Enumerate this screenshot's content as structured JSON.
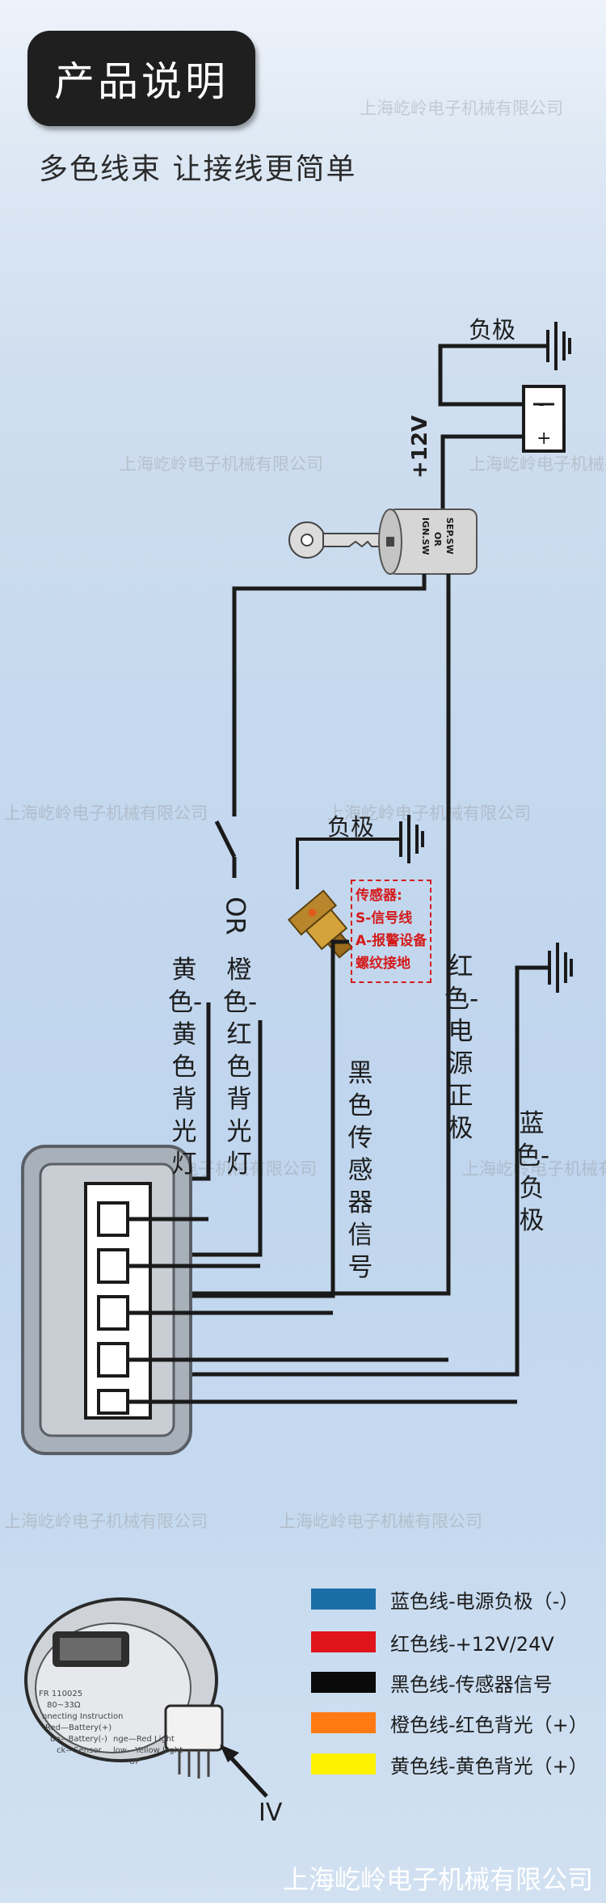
{
  "header": {
    "title": "产品说明",
    "subtitle": "多色线束 让接线更简单"
  },
  "watermark": "上海屹岭电子机械有限公司",
  "watermark_bottom": "上海屹岭电子机械有限公司",
  "diagram": {
    "ground_top": "负极",
    "plus_12v": "+12V",
    "switch_labels": {
      "ign": "IGN.SW",
      "or": "OR",
      "sep": "SEP.SW"
    },
    "or_text": "OR",
    "ground_sensor": "负极",
    "sensor_note": [
      "传感器:",
      "S-信号线",
      "A-报警设备",
      "螺纹接地"
    ],
    "label_yellow": "黄色-黄色背光灯",
    "label_orange": "橙色-红色背光灯",
    "label_black": "黑色传感器信号",
    "label_red": "红色-电源正极",
    "label_blue": "蓝色-负极",
    "battery_minus": "-",
    "battery_plus": "+",
    "iv_label": "IV",
    "meter_texts": [
      "FR 110025",
      "80~33Ω",
      "nnecting Instruction",
      "Red—Battery(+)",
      "ue—Battery(-)",
      "ck—Sensor",
      "nge—Red Light",
      "low—Yellow Light",
      "UP"
    ]
  },
  "legend": [
    {
      "color": "#1a6ea8",
      "label": "蓝色线-电源负极（-）"
    },
    {
      "color": "#e0141b",
      "label": "红色线-+12V/24V"
    },
    {
      "color": "#0a0a0a",
      "label": "黑色线-传感器信号"
    },
    {
      "color": "#ff7a12",
      "label": "橙色线-红色背光（+）"
    },
    {
      "color": "#fff200",
      "label": "黄色线-黄色背光（+）"
    }
  ],
  "colors": {
    "wire": "#1a1a1a",
    "sensor_box": "#d41a1a",
    "badge": "#1f1f1f"
  }
}
